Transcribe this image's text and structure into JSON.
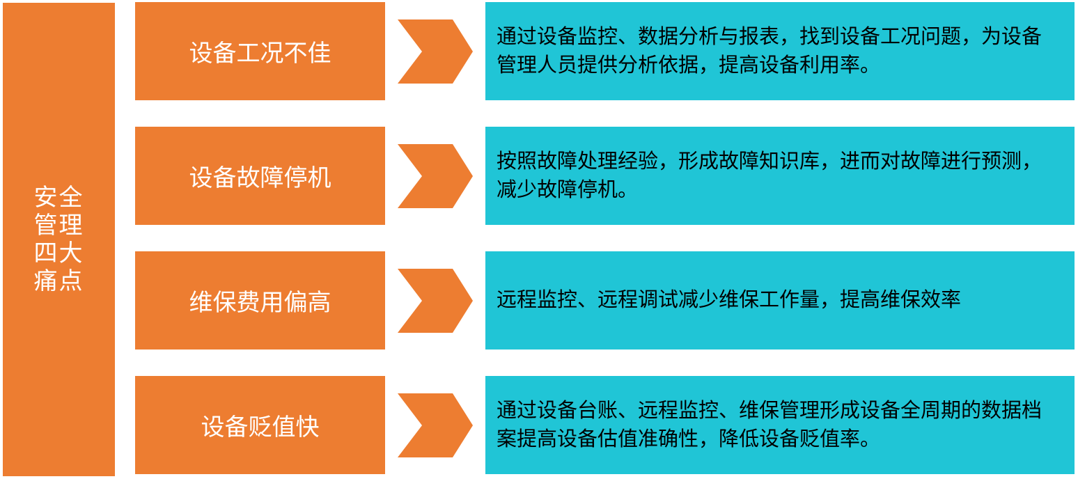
{
  "sidebar": {
    "lines": [
      "安全",
      "管理",
      "四大",
      "痛点"
    ]
  },
  "rows": [
    {
      "pain": "设备工况不佳",
      "solution": "通过设备监控、数据分析与报表，找到设备工况问题，为设备管理人员提供分析依据，提高设备利用率。"
    },
    {
      "pain": "设备故障停机",
      "solution": "按照故障处理经验，形成故障知识库，进而对故障进行预测，减少故障停机。"
    },
    {
      "pain": "维保费用偏高",
      "solution": "远程监控、远程调试减少维保工作量，提高维保效率"
    },
    {
      "pain": "设备贬值快",
      "solution": "通过设备台账、远程监控、维保管理形成设备全周期的数据档案提高设备估值准确性，降低设备贬值率。"
    }
  ],
  "colors": {
    "orange": "#ED7D31",
    "teal": "#20C5D6",
    "pain_text": "#FFFFFF",
    "solution_text": "#000000",
    "background": "#FFFFFF"
  }
}
